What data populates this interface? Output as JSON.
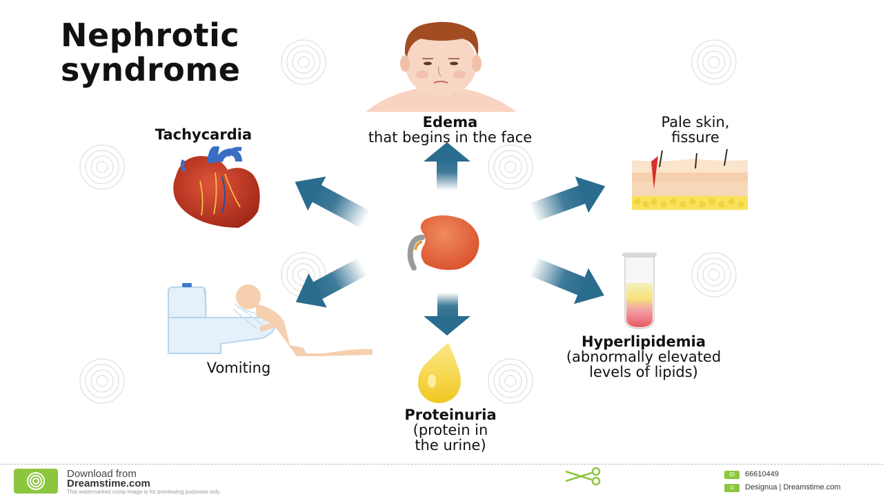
{
  "title": {
    "line1": "Nephrotic",
    "line2": "syndrome"
  },
  "symptoms": {
    "edema": {
      "name": "Edema",
      "detail": "that begins in the face"
    },
    "tachycardia": {
      "name": "Tachycardia"
    },
    "pale_skin": {
      "line1": "Pale skin,",
      "line2": "fissure"
    },
    "vomiting": {
      "name": "Vomiting"
    },
    "proteinuria": {
      "name": "Proteinuria",
      "line1": "(protein in",
      "line2": "the urine)"
    },
    "hyperlipidemia": {
      "name": "Hyperlipidemia",
      "line1": "(abnormally elevated",
      "line2": "levels of lipids)"
    }
  },
  "icons": {
    "center": "kidney-icon",
    "edema": "face-icon",
    "tachycardia": "heart-icon",
    "pale_skin": "skin-layers-icon",
    "vomiting": "person-vomiting-icon",
    "proteinuria": "urine-drop-icon",
    "hyperlipidemia": "test-tube-icon",
    "arrows": "arrow-icon"
  },
  "colors": {
    "arrow": "#2a6c8e",
    "kidney": "#e8643e",
    "drop": "#f4cf2f",
    "watermark": "#d0d0d0"
  },
  "footer": {
    "download_from": "Download from",
    "site": "Dreamstime.com",
    "note": "This watermarked comp image is for previewing purposes only.",
    "id_badge": "ID",
    "id_number": "66610449",
    "credit_badge": "©",
    "credit": "Designua | Dreamstime.com"
  }
}
